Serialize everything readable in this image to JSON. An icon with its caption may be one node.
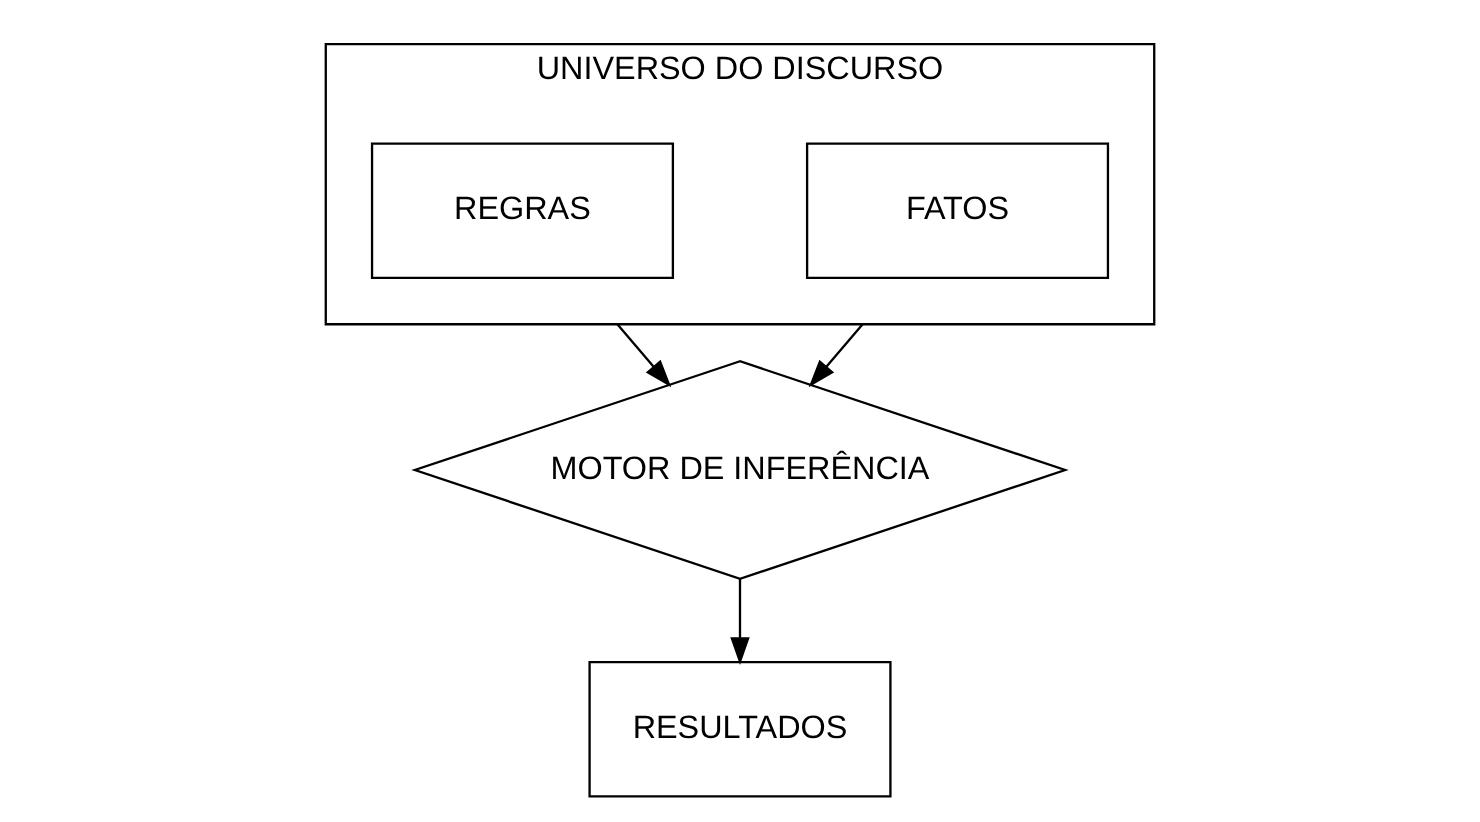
{
  "diagram": {
    "nodes": [
      {
        "text": [
          "UNIVERSO DO DISCURSO"
        ]
      },
      {
        "text": [
          "FATOS"
        ],
        "in": 0
      },
      {
        "text": [
          "REGRAS"
        ],
        "in": 0
      },
      {
        "text": [
          "MOTOR DE INFERÊNCIA"
        ]
      },
      {
        "text": [
          "RESULTADOS"
        ]
      }
    ],
    "edges": [
      {
        "from": 0,
        "to": 3,
        "arrow": "to"
      },
      {
        "from": 0,
        "to": 3,
        "arrow": "to"
      },
      {
        "from": 3,
        "to": 4,
        "arrow": "to"
      }
    ]
  }
}
